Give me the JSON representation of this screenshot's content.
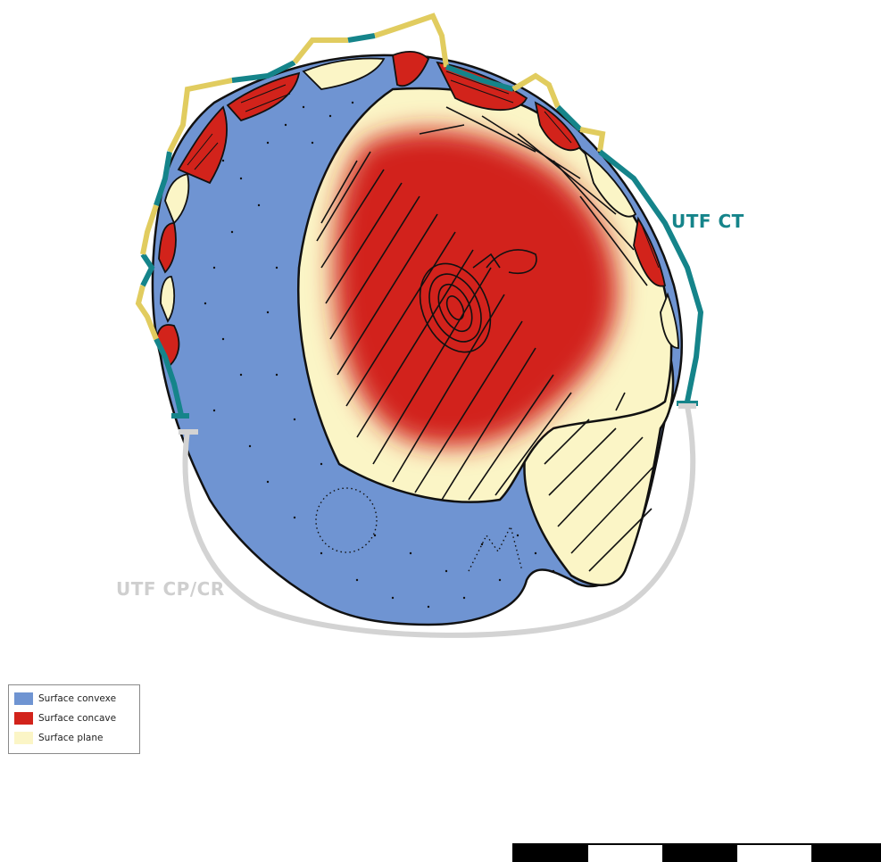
{
  "labels": {
    "utf_ct": "UTF CT",
    "utf_cp_cr": "UTF CP/CR"
  },
  "legend": {
    "items": [
      {
        "label": "Surface convexe",
        "color": "#6f94d2"
      },
      {
        "label": "Surface concave",
        "color": "#d2231b"
      },
      {
        "label": "Surface plane",
        "color": "#fbf5c6"
      }
    ]
  },
  "colors": {
    "teal": "#15848a",
    "yellow": "#e1cc5f",
    "grey": "#d3d3d3",
    "blue": "#6f94d2",
    "red": "#d2231b",
    "cream": "#fbf5c6"
  },
  "scale_bar": {
    "segments": [
      "black",
      "white",
      "black",
      "white",
      "black"
    ]
  }
}
